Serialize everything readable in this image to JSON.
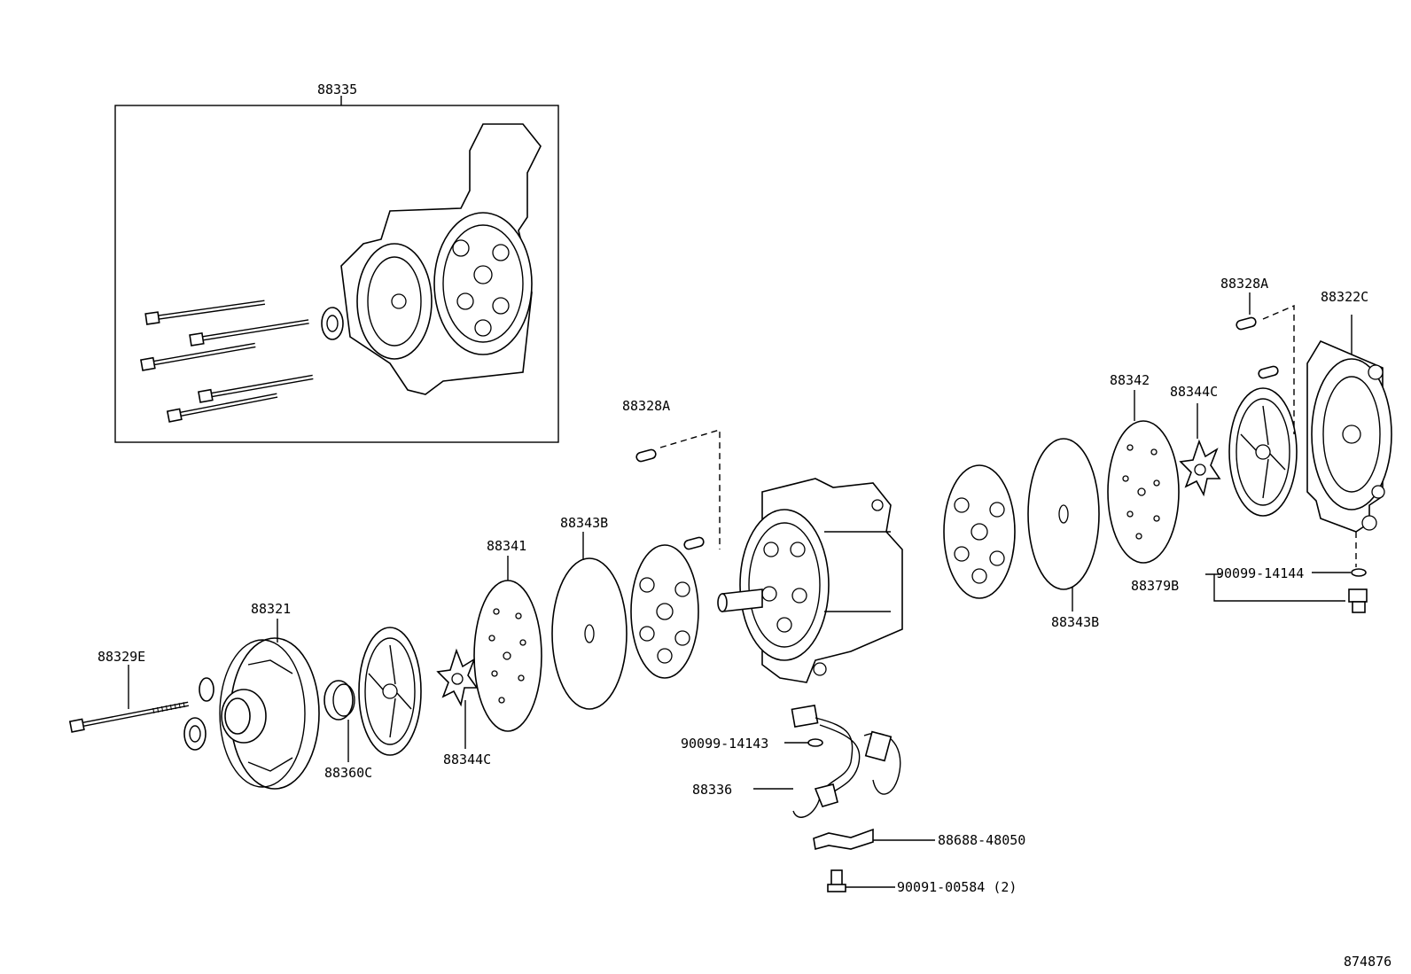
{
  "diagram_id": "874876",
  "parts": {
    "compressor_assy": "88335",
    "pin_right": "88328A",
    "housing_right": "88322C",
    "pin_center": "88328A",
    "gasket_right": "88342",
    "valve_right": "88344C",
    "plate_right": "88343B",
    "plug_assy": "88379B",
    "oring_right": "90099-14144",
    "plate_center": "88343B",
    "gasket_left": "88341",
    "bolt": "88329E",
    "housing_front": "88321",
    "seal": "88360C",
    "valve_left": "88344C",
    "oring_center": "90099-14143",
    "wire_harness": "88336",
    "clamp": "88688-48050",
    "screw": "90091-00584 (2)"
  }
}
